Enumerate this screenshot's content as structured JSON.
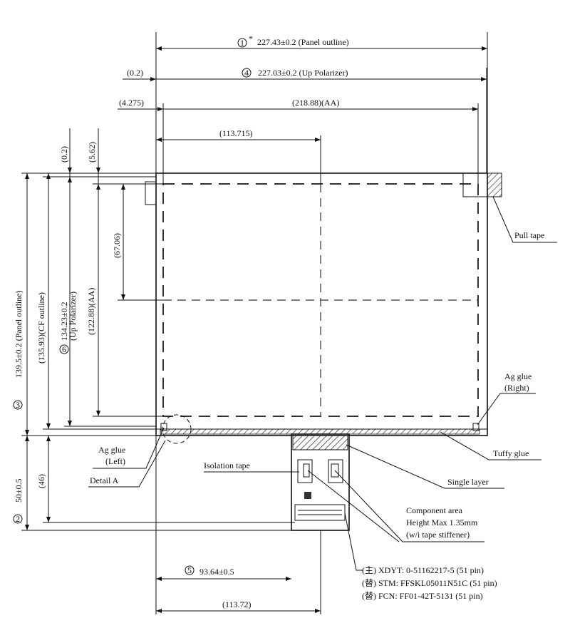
{
  "dimensions": {
    "panel_outline_width": "227.43±0.2  (Panel outline)",
    "up_polarizer_width": "227.03±0.2  (Up Polarizer)",
    "offset_0_2": "(0.2)",
    "aa_width": "(218.88)(AA)",
    "offset_4_275": "(4.275)",
    "half_width_top": "(113.715)",
    "panel_outline_height": "139.5±0.2  (Panel outline)",
    "cf_outline_height": "(135.93)(CF outline)",
    "up_polarizer_height": "134.23±0.2",
    "up_polarizer_height_label": "(Up Polarizer)",
    "aa_height": "(122.88)(AA)",
    "half_height": "(67.06)",
    "offset_0_2_v": "(0.2)",
    "offset_5_62": "(5.62)",
    "fpc_length": "50±0.5",
    "fpc_inner": "(46)",
    "fpc_offset": "93.64±0.5",
    "fpc_center": "(113.72)"
  },
  "markers": {
    "m1": "1",
    "m2": "2",
    "m3": "3",
    "m4": "4",
    "m5": "5",
    "m6": "6",
    "star": "*"
  },
  "labels": {
    "pull_tape": "Pull tape",
    "ag_glue_right_1": "Ag glue",
    "ag_glue_right_2": "(Right)",
    "ag_glue_left_1": "Ag glue",
    "ag_glue_left_2": "(Left)",
    "detail_a": "Detail A",
    "tuffy_glue": "Tuffy glue",
    "isolation_tape": "Isolation tape",
    "single_layer": "Single layer",
    "component_area_1": "Component area",
    "component_area_2": "Height Max 1.35mm",
    "component_area_3": "(w/i tape stiffener)",
    "connector_1": "(主) XDYT: 0-51162217-5 (51 pin)",
    "connector_2": "(替) STM: FFSKL05011N51C (51 pin)",
    "connector_3": "(替) FCN: FF01-42T-5131 (51 pin)"
  }
}
